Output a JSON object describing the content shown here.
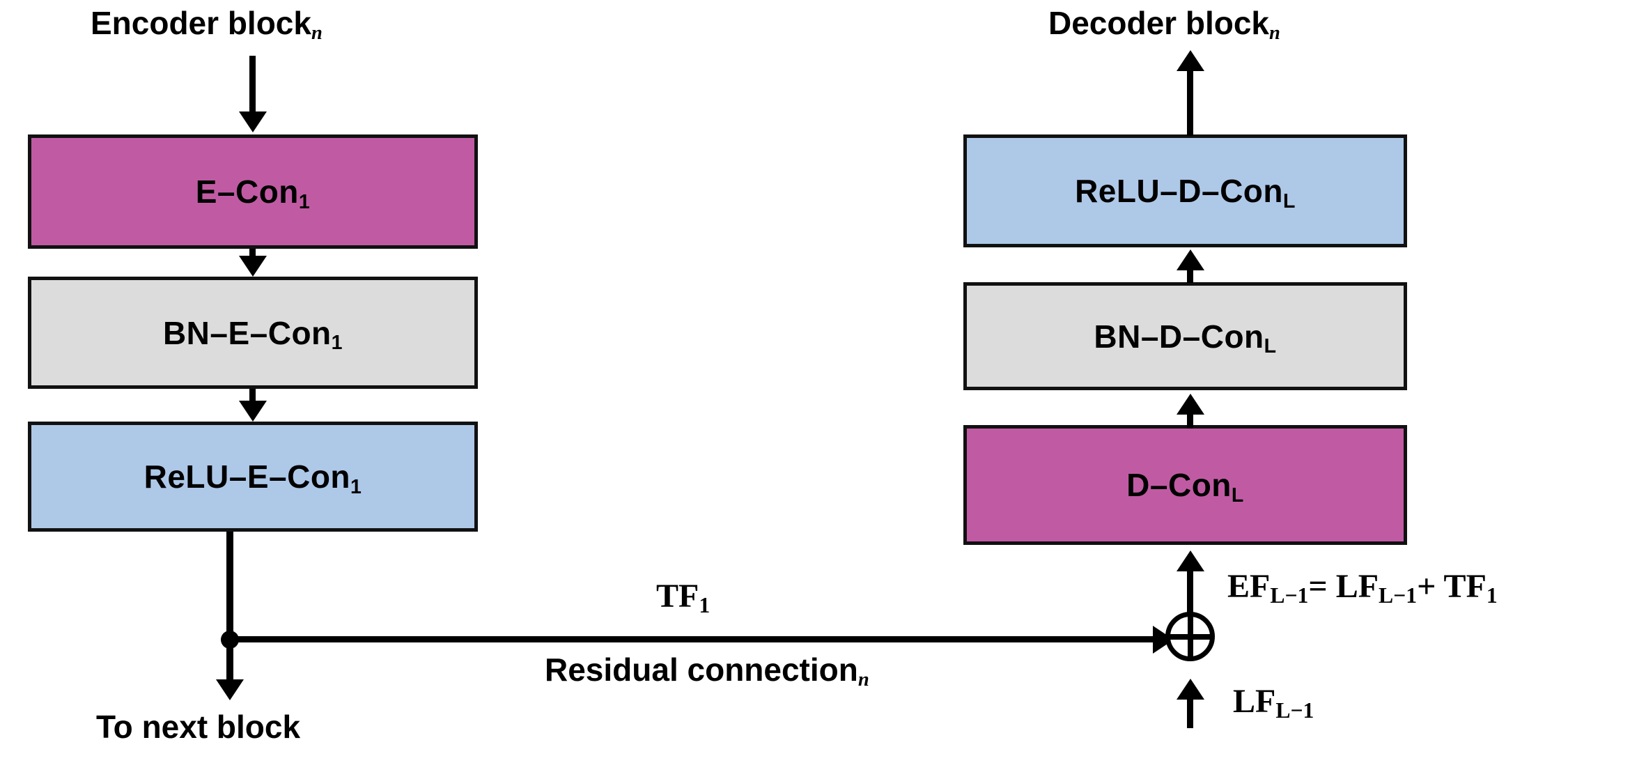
{
  "diagram": {
    "title_left": "Encoder block",
    "title_left_sub": "n",
    "title_right": "Decoder block",
    "title_right_sub": "n",
    "to_next_block": "To next block",
    "residual_label": "Residual connection",
    "residual_sub": "n",
    "tf_label": "TF",
    "tf_sub": "1",
    "equation": "EF",
    "equation_full": "EFₗ₋₁ = LFₗ₋₁ + TF₁",
    "eq_part1": "EF",
    "eq_sub1": "L−1",
    "eq_mid": "= LF",
    "eq_sub2": "L−1",
    "eq_end": "+ TF",
    "eq_sub3": "1",
    "lf_label": "LF",
    "lf_sub": "L−1",
    "colors": {
      "pink": "#c05ba3",
      "blue": "#aec8e8",
      "gray": "#dcdcdc",
      "stroke": "#111111",
      "background": "#ffffff"
    },
    "encoder_blocks": [
      {
        "name": "E–Con",
        "sub": "1",
        "fill": "#c05ba3"
      },
      {
        "name": "BN–E–Con",
        "sub": "1",
        "fill": "#dcdcdc"
      },
      {
        "name": "ReLU–E–Con",
        "sub": "1",
        "fill": "#aec8e8"
      }
    ],
    "decoder_blocks": [
      {
        "name": "ReLU–D–Con",
        "sub": "L",
        "fill": "#aec8e8"
      },
      {
        "name": "BN–D–Con",
        "sub": "L",
        "fill": "#dcdcdc"
      },
      {
        "name": "D–Con",
        "sub": "L",
        "fill": "#c05ba3"
      }
    ]
  }
}
